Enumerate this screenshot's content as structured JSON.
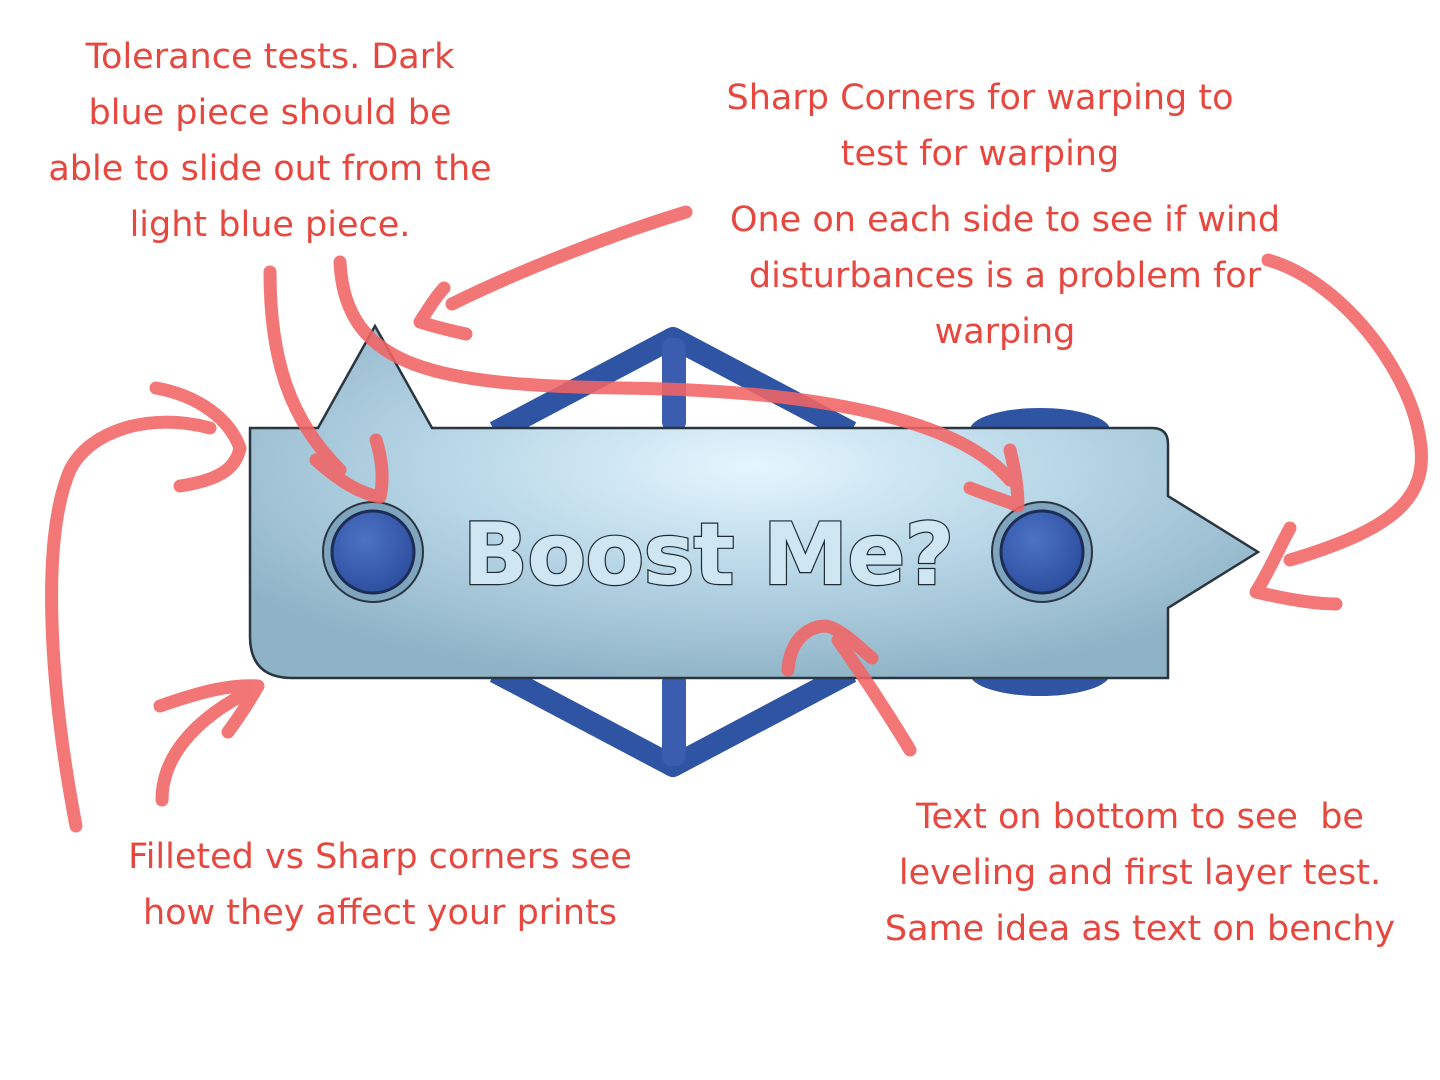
{
  "part": {
    "label": "Boost Me?",
    "colors": {
      "plate": "#8fb3c6",
      "plate_highlight": "#e4f6fe",
      "frame": "#2f54a4",
      "frame_dark": "#223f86",
      "peg": "#3b5db0",
      "outline": "#2a3540"
    }
  },
  "annotations": {
    "color": "#e6473f",
    "tolerance": [
      "Tolerance tests. Dark",
      "blue piece should be",
      "able to slide out from the",
      "light blue piece."
    ],
    "sharp_corners": [
      "Sharp Corners for warping to",
      "test for warping"
    ],
    "wind": [
      "One on each side to see if wind",
      "disturbances is a problem for",
      "warping"
    ],
    "fillet": [
      "Filleted vs Sharp corners see",
      "how they affect your prints"
    ],
    "bottom_text": [
      "Text on bottom to see  be",
      "leveling and first layer test.",
      "Same idea as text on benchy"
    ]
  }
}
